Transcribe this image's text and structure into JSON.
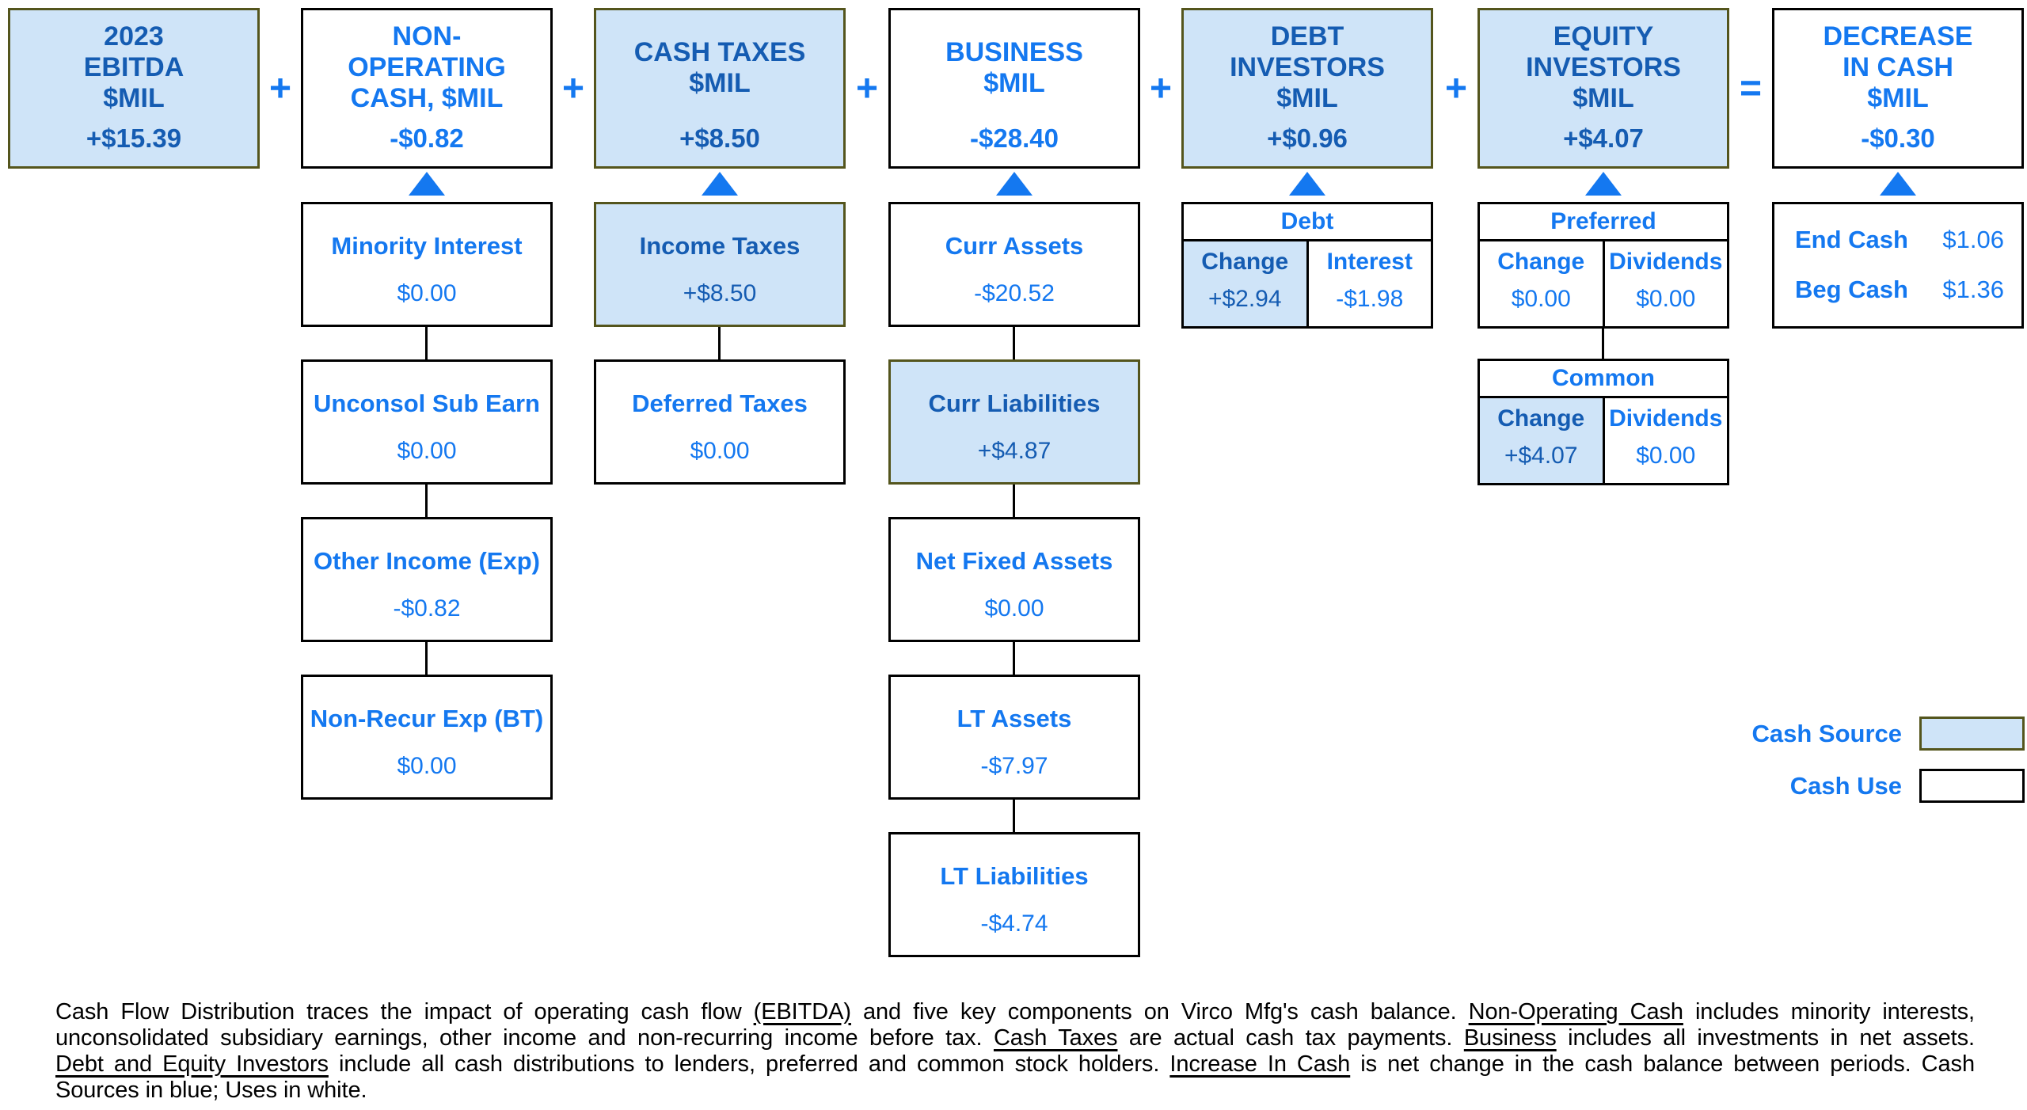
{
  "palette": {
    "source_fill": "#CFE4F8",
    "source_border": "#54551D",
    "use_border": "#000000",
    "bright_blue_text": "#1478F0",
    "dark_blue_text": "#155CB2"
  },
  "operators": [
    "+",
    "+",
    "+",
    "+",
    "+",
    "="
  ],
  "top_boxes": [
    {
      "title_lines": [
        "2023",
        "EBITDA",
        "$MIL"
      ],
      "value": "+$15.39",
      "filled": true
    },
    {
      "title_lines": [
        "NON-",
        "OPERATING",
        "CASH, $MIL"
      ],
      "value": "-$0.82",
      "filled": false
    },
    {
      "title_lines": [
        "CASH TAXES",
        "$MIL"
      ],
      "value": "+$8.50",
      "filled": true
    },
    {
      "title_lines": [
        "BUSINESS",
        "$MIL"
      ],
      "value": "-$28.40",
      "filled": false
    },
    {
      "title_lines": [
        "DEBT",
        "INVESTORS",
        "$MIL"
      ],
      "value": "+$0.96",
      "filled": true
    },
    {
      "title_lines": [
        "EQUITY",
        "INVESTORS",
        "$MIL"
      ],
      "value": "+$4.07",
      "filled": true
    },
    {
      "title_lines": [
        "DECREASE",
        "IN CASH",
        "$MIL"
      ],
      "value": "-$0.30",
      "filled": false
    }
  ],
  "non_operating_items": [
    {
      "label": "Minority Interest",
      "value": "$0.00",
      "filled": false
    },
    {
      "label": "Unconsol Sub Earn",
      "value": "$0.00",
      "filled": false
    },
    {
      "label": "Other Income (Exp)",
      "value": "-$0.82",
      "filled": false
    },
    {
      "label": "Non-Recur Exp (BT)",
      "value": "$0.00",
      "filled": false
    }
  ],
  "cash_tax_items": [
    {
      "label": "Income Taxes",
      "value": "+$8.50",
      "filled": true
    },
    {
      "label": "Deferred Taxes",
      "value": "$0.00",
      "filled": false
    }
  ],
  "business_items": [
    {
      "label": "Curr Assets",
      "value": "-$20.52",
      "filled": false
    },
    {
      "label": "Curr Liabilities",
      "value": "+$4.87",
      "filled": true
    },
    {
      "label": "Net Fixed Assets",
      "value": "$0.00",
      "filled": false
    },
    {
      "label": "LT Assets",
      "value": "-$7.97",
      "filled": false
    },
    {
      "label": "LT Liabilities",
      "value": "-$4.74",
      "filled": false
    }
  ],
  "debt_table": {
    "header": "Debt",
    "cells": [
      {
        "label": "Change",
        "value": "+$2.94",
        "filled": true
      },
      {
        "label": "Interest",
        "value": "-$1.98",
        "filled": false
      }
    ]
  },
  "equity_tables": [
    {
      "header": "Preferred",
      "cells": [
        {
          "label": "Change",
          "value": "$0.00",
          "filled": false
        },
        {
          "label": "Dividends",
          "value": "$0.00",
          "filled": false
        }
      ]
    },
    {
      "header": "Common",
      "cells": [
        {
          "label": "Change",
          "value": "+$4.07",
          "filled": true
        },
        {
          "label": "Dividends",
          "value": "$0.00",
          "filled": false
        }
      ]
    }
  ],
  "cash_summary": {
    "rows": [
      {
        "label": "End Cash",
        "value": "$1.06"
      },
      {
        "label": "Beg Cash",
        "value": "$1.36"
      }
    ]
  },
  "legend": {
    "source_label": "Cash Source",
    "use_label": "Cash Use"
  },
  "footnote": {
    "lines": [
      [
        {
          "t": "Cash Flow Distribution traces the impact of operating cash flow ",
          "u": false
        },
        {
          "t": "(EBITDA)",
          "u": true
        },
        {
          "t": " and five key components on Virco Mfg's cash balance.  ",
          "u": false
        },
        {
          "t": "Non-Operating Cash",
          "u": true
        },
        {
          "t": " includes minority interests,",
          "u": false
        }
      ],
      [
        {
          "t": "unconsolidated subsidiary earnings, other income and non-recurring  income before tax.  ",
          "u": false
        },
        {
          "t": "Cash Taxes",
          "u": true
        },
        {
          "t": " are actual cash tax payments.  ",
          "u": false
        },
        {
          "t": "Business",
          "u": true
        },
        {
          "t": " includes all investments in net assets.",
          "u": false
        }
      ],
      [
        {
          "t": "Debt and Equity Investors",
          "u": true
        },
        {
          "t": " include all cash distributions to lenders, preferred and common stock holders.  ",
          "u": false
        },
        {
          "t": "Increase In Cash",
          "u": true
        },
        {
          "t": " is net change in the cash balance between periods.  Cash",
          "u": false
        }
      ],
      [
        {
          "t": "Sources in blue;  Uses in white.",
          "u": false
        }
      ]
    ]
  }
}
